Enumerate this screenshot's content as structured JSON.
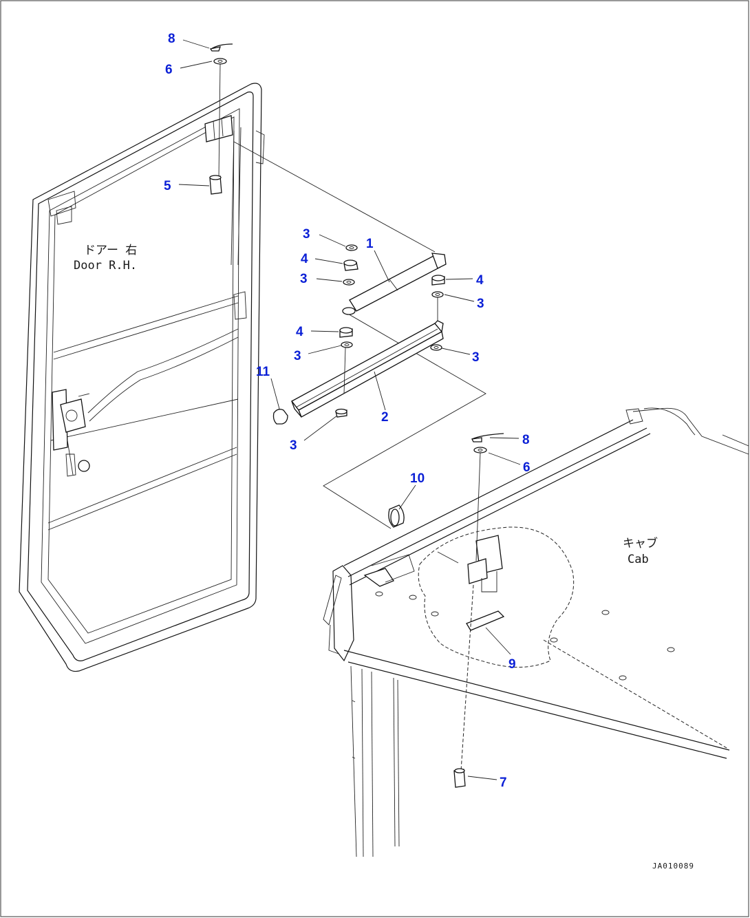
{
  "diagram": {
    "door_label_jp": "ドアー 右",
    "door_label_en": "Door R.H.",
    "cab_label_jp": "キャブ",
    "cab_label_en": "Cab",
    "drawing_code": "JA010089",
    "callouts": {
      "c1": "1",
      "c2": "2",
      "c3a": "3",
      "c3b": "3",
      "c3c": "3",
      "c3d": "3",
      "c3e": "3",
      "c3f": "3",
      "c4a": "4",
      "c4b": "4",
      "c4c": "4",
      "c5": "5",
      "c6a": "6",
      "c6b": "6",
      "c7": "7",
      "c8a": "8",
      "c8b": "8",
      "c9": "9",
      "c10": "10",
      "c11": "11"
    },
    "colors": {
      "callout": "#0a1fd6",
      "line": "#111111",
      "background": "#ffffff"
    }
  }
}
